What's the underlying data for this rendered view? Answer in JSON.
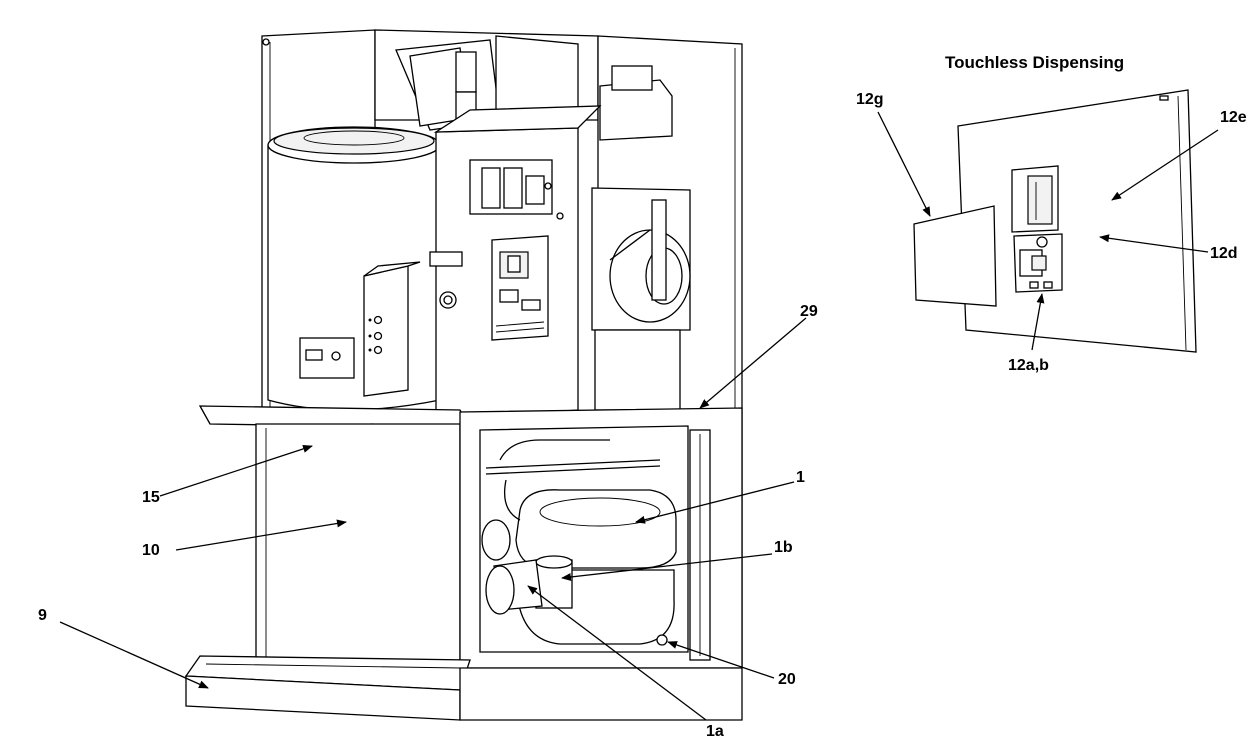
{
  "inset": {
    "title": "Touchless Dispensing"
  },
  "callouts": {
    "c29": "29",
    "c15": "15",
    "c10": "10",
    "c1": "1",
    "c1b": "1b",
    "c9": "9",
    "c20": "20",
    "c1a": "1a",
    "c12g": "12g",
    "c12e": "12e",
    "c12d": "12d",
    "c12ab": "12a,b"
  },
  "colors": {
    "line": "#000000",
    "background": "#ffffff",
    "shade": "#f2f2f2"
  }
}
